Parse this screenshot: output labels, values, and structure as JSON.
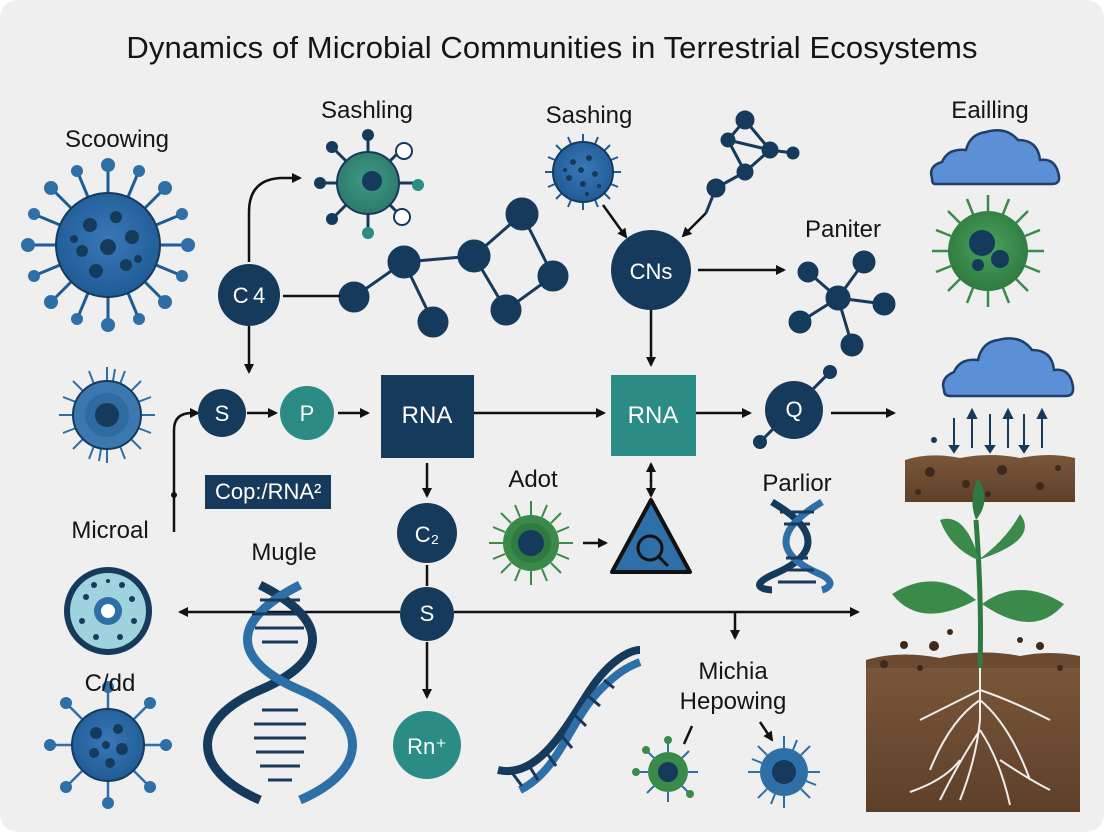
{
  "title": "Dynamics of Microbial Communities in Terrestrial Ecosystems",
  "labels": {
    "scoowing": "Scoowing",
    "sashling": "Sashling",
    "sashing": "Sashing",
    "eailling": "Eailling",
    "paniter": "Paniter",
    "adot": "Adot",
    "parlior": "Parlior",
    "microal": "Microal",
    "mugle": "Mugle",
    "cdd": "C/dd",
    "michia": "Michia",
    "hepowing": "Hepowing"
  },
  "nodes": {
    "c4": "C 4",
    "cns": "CNs",
    "s_top": "S",
    "p": "P",
    "rna_dark": "RNA",
    "rna_teal": "RNA",
    "q": "Q",
    "c2": "C₂",
    "s_mid": "S",
    "rn": "Rn⁺",
    "cop_rna": "Cop:/RNA²"
  },
  "colors": {
    "navy": "#163a5b",
    "teal": "#2a8c84",
    "blue": "#2f6fa8",
    "green": "#3a8a4a",
    "soil": "#6b4a30",
    "cloud": "#5b8fd6"
  },
  "icons": [
    "virus-icon",
    "molecule-icon",
    "cloud-icon",
    "soil-icon",
    "dna-icon",
    "plant-icon",
    "triangle-icon",
    "cell-icon"
  ]
}
